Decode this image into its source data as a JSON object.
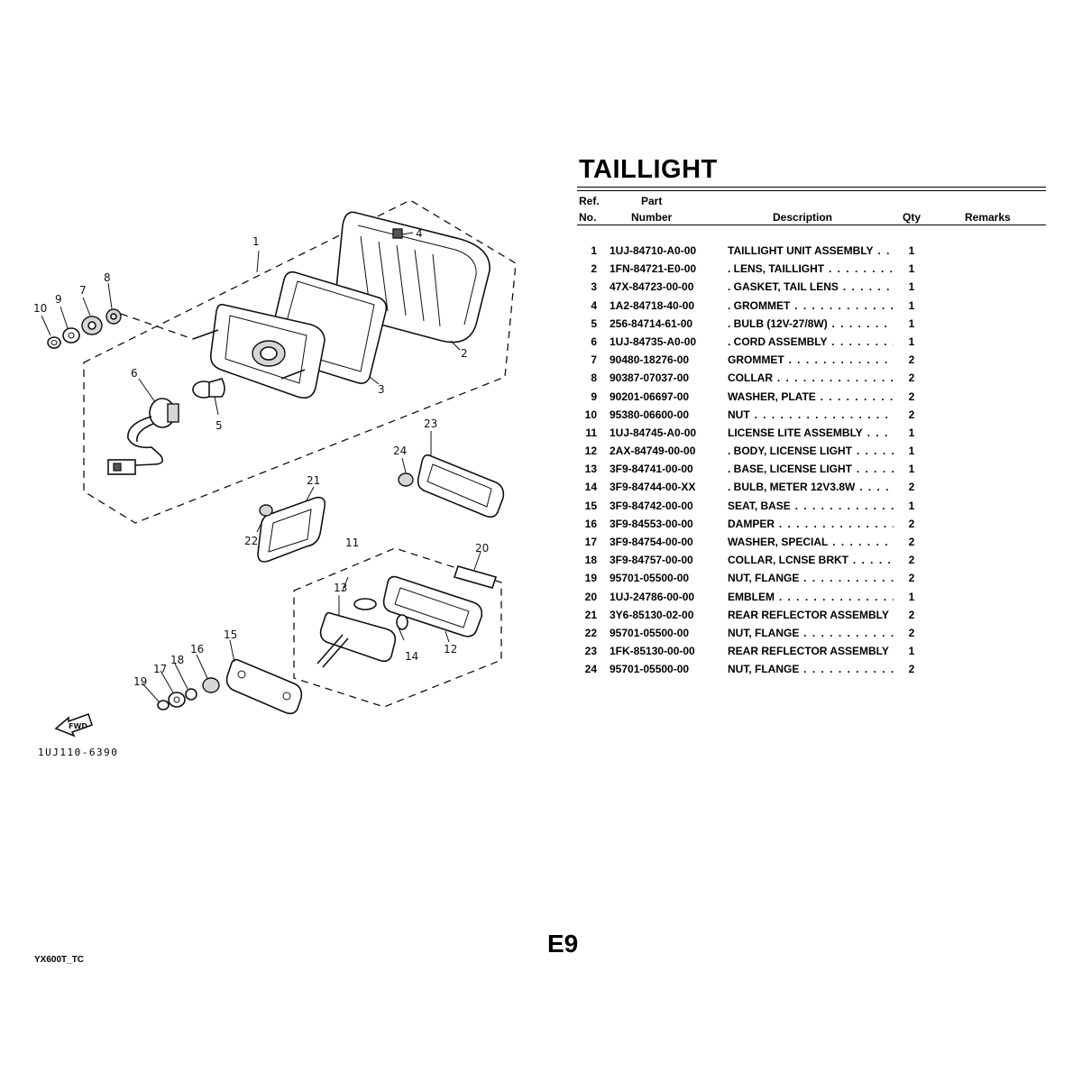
{
  "page": {
    "title": "TAILLIGHT",
    "page_code": "E9",
    "footer_code": "YX600T_TC",
    "drawing_code": "1UJ110-6390"
  },
  "table": {
    "headers": {
      "ref_line1": "Ref.",
      "ref_line2": "No.",
      "part_line1": "Part",
      "part_line2": "Number",
      "description": "Description",
      "qty": "Qty",
      "remarks": "Remarks"
    },
    "rows": [
      {
        "ref": "1",
        "part": "1UJ-84710-A0-00",
        "desc": "TAILLIGHT UNIT ASSEMBLY",
        "dots": " . .",
        "qty": "1"
      },
      {
        "ref": "2",
        "part": "1FN-84721-E0-00",
        "desc": ". LENS, TAILLIGHT",
        "dots": "  . . . . . . . . .",
        "qty": "1"
      },
      {
        "ref": "3",
        "part": "47X-84723-00-00",
        "desc": ". GASKET, TAIL LENS",
        "dots": " . . . . . . .",
        "qty": "1"
      },
      {
        "ref": "4",
        "part": "1A2-84718-40-00",
        "desc": ". GROMMET",
        "dots": " . . . . . . . . . . . . . .",
        "qty": "1"
      },
      {
        "ref": "5",
        "part": "256-84714-61-00",
        "desc": ". BULB (12V-27/8W)",
        "dots": " . . . . . . . . .",
        "qty": "1"
      },
      {
        "ref": "6",
        "part": "1UJ-84735-A0-00",
        "desc": ". CORD ASSEMBLY",
        "dots": " . . . . . . . . .",
        "qty": "1"
      },
      {
        "ref": "7",
        "part": "90480-18276-00",
        "desc": "GROMMET",
        "dots": " . . . . . . . . . . . . . . . .",
        "qty": "2"
      },
      {
        "ref": "8",
        "part": "90387-07037-00",
        "desc": "COLLAR",
        "dots": "  . . . . . . . . . . . . . . . .",
        "qty": "2"
      },
      {
        "ref": "9",
        "part": "90201-06697-00",
        "desc": "WASHER, PLATE",
        "dots": " . . . . . . . . . . .",
        "qty": "2"
      },
      {
        "ref": "10",
        "part": "95380-06600-00",
        "desc": "NUT",
        "dots": "  . . . . . . . . . . . . . . . . . . . .",
        "qty": "2"
      },
      {
        "ref": "11",
        "part": "1UJ-84745-A0-00",
        "desc": "LICENSE LITE ASSEMBLY",
        "dots": "  . . .",
        "qty": "1"
      },
      {
        "ref": "12",
        "part": "2AX-84749-00-00",
        "desc": ". BODY, LICENSE LIGHT",
        "dots": "  . . . . .",
        "qty": "1"
      },
      {
        "ref": "13",
        "part": "3F9-84741-00-00",
        "desc": ". BASE, LICENSE LIGHT",
        "dots": "  . . . . .",
        "qty": "1"
      },
      {
        "ref": "14",
        "part": "3F9-84744-00-XX",
        "desc": ". BULB, METER 12V3.8W",
        "dots": " . . . . . .",
        "qty": "2"
      },
      {
        "ref": "15",
        "part": "3F9-84742-00-00",
        "desc": "SEAT, BASE",
        "dots": "  . . . . . . . . . . . . .",
        "qty": "1"
      },
      {
        "ref": "16",
        "part": "3F9-84553-00-00",
        "desc": "DAMPER",
        "dots": "  . . . . . . . . . . . . . . . . .",
        "qty": "2"
      },
      {
        "ref": "17",
        "part": "3F9-84754-00-00",
        "desc": "WASHER, SPECIAL",
        "dots": "  . . . . . . . . .",
        "qty": "2"
      },
      {
        "ref": "18",
        "part": "3F9-84757-00-00",
        "desc": "COLLAR, LCNSE BRKT",
        "dots": "  . . . . . .",
        "qty": "2"
      },
      {
        "ref": "19",
        "part": "95701-05500-00",
        "desc": "NUT, FLANGE",
        "dots": "  . . . . . . . . . . . . .",
        "qty": "2"
      },
      {
        "ref": "20",
        "part": "1UJ-24786-00-00",
        "desc": "EMBLEM",
        "dots": "  . . . . . . . . . . . . . . . . .",
        "qty": "1"
      },
      {
        "ref": "21",
        "part": "3Y6-85130-02-00",
        "desc": "REAR REFLECTOR ASSEMBLY",
        "dots": "",
        "qty": "2"
      },
      {
        "ref": "22",
        "part": "95701-05500-00",
        "desc": "NUT, FLANGE",
        "dots": "  . . . . . . . . . . . . .",
        "qty": "2"
      },
      {
        "ref": "23",
        "part": "1FK-85130-00-00",
        "desc": "REAR REFLECTOR ASSEMBLY",
        "dots": "",
        "qty": "1"
      },
      {
        "ref": "24",
        "part": "95701-05500-00",
        "desc": "NUT, FLANGE",
        "dots": "  . . . . . . . . . . . . .",
        "qty": "2"
      }
    ]
  },
  "diagram": {
    "callouts": [
      "1",
      "2",
      "3",
      "4",
      "5",
      "6",
      "7",
      "8",
      "9",
      "10",
      "11",
      "12",
      "13",
      "14",
      "15",
      "16",
      "17",
      "18",
      "19",
      "20",
      "21",
      "22",
      "23",
      "24"
    ],
    "fwd_label": "FWD"
  }
}
